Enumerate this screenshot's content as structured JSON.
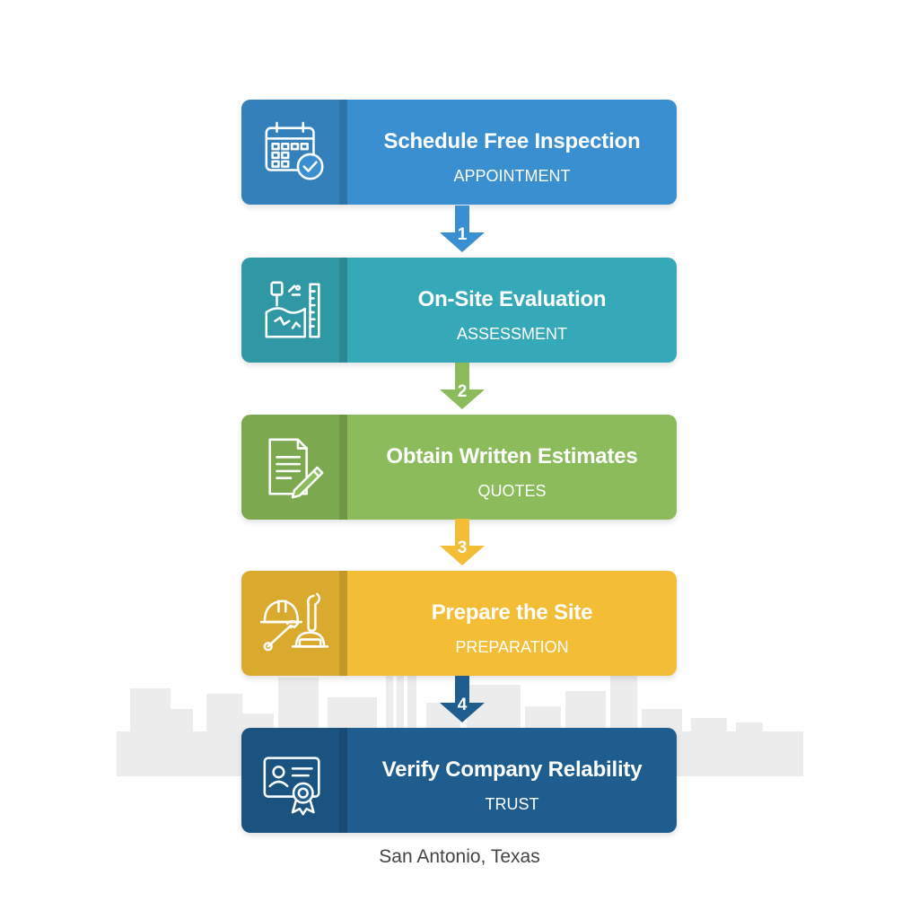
{
  "steps": [
    {
      "title": "Schedule Free Inspection",
      "subtitle": "APPOINTMENT",
      "color": "#3a8fd0",
      "icon": "calendar-check-icon"
    },
    {
      "title": "On-Site Evaluation",
      "subtitle": "ASSESSMENT",
      "color": "#36a9b8",
      "icon": "foundation-crack-measure-icon"
    },
    {
      "title": "Obtain Written Estimates",
      "subtitle": "QUOTES",
      "color": "#8bbb5a",
      "icon": "document-pen-icon"
    },
    {
      "title": "Prepare the Site",
      "subtitle": "PREPARATION",
      "color": "#f3be35",
      "icon": "hardhat-tools-icon"
    },
    {
      "title": "Verify Company Relability",
      "subtitle": "TRUST",
      "color": "#1f5d8f",
      "icon": "certificate-badge-icon"
    }
  ],
  "connectors": [
    {
      "number": "1",
      "color": "#3a8fd0"
    },
    {
      "number": "2",
      "color": "#8bbb5a"
    },
    {
      "number": "3",
      "color": "#f3be35"
    },
    {
      "number": "4",
      "color": "#1f5d8f"
    }
  ],
  "location": "San Antonio, Texas",
  "skyline_color": "#ececec"
}
